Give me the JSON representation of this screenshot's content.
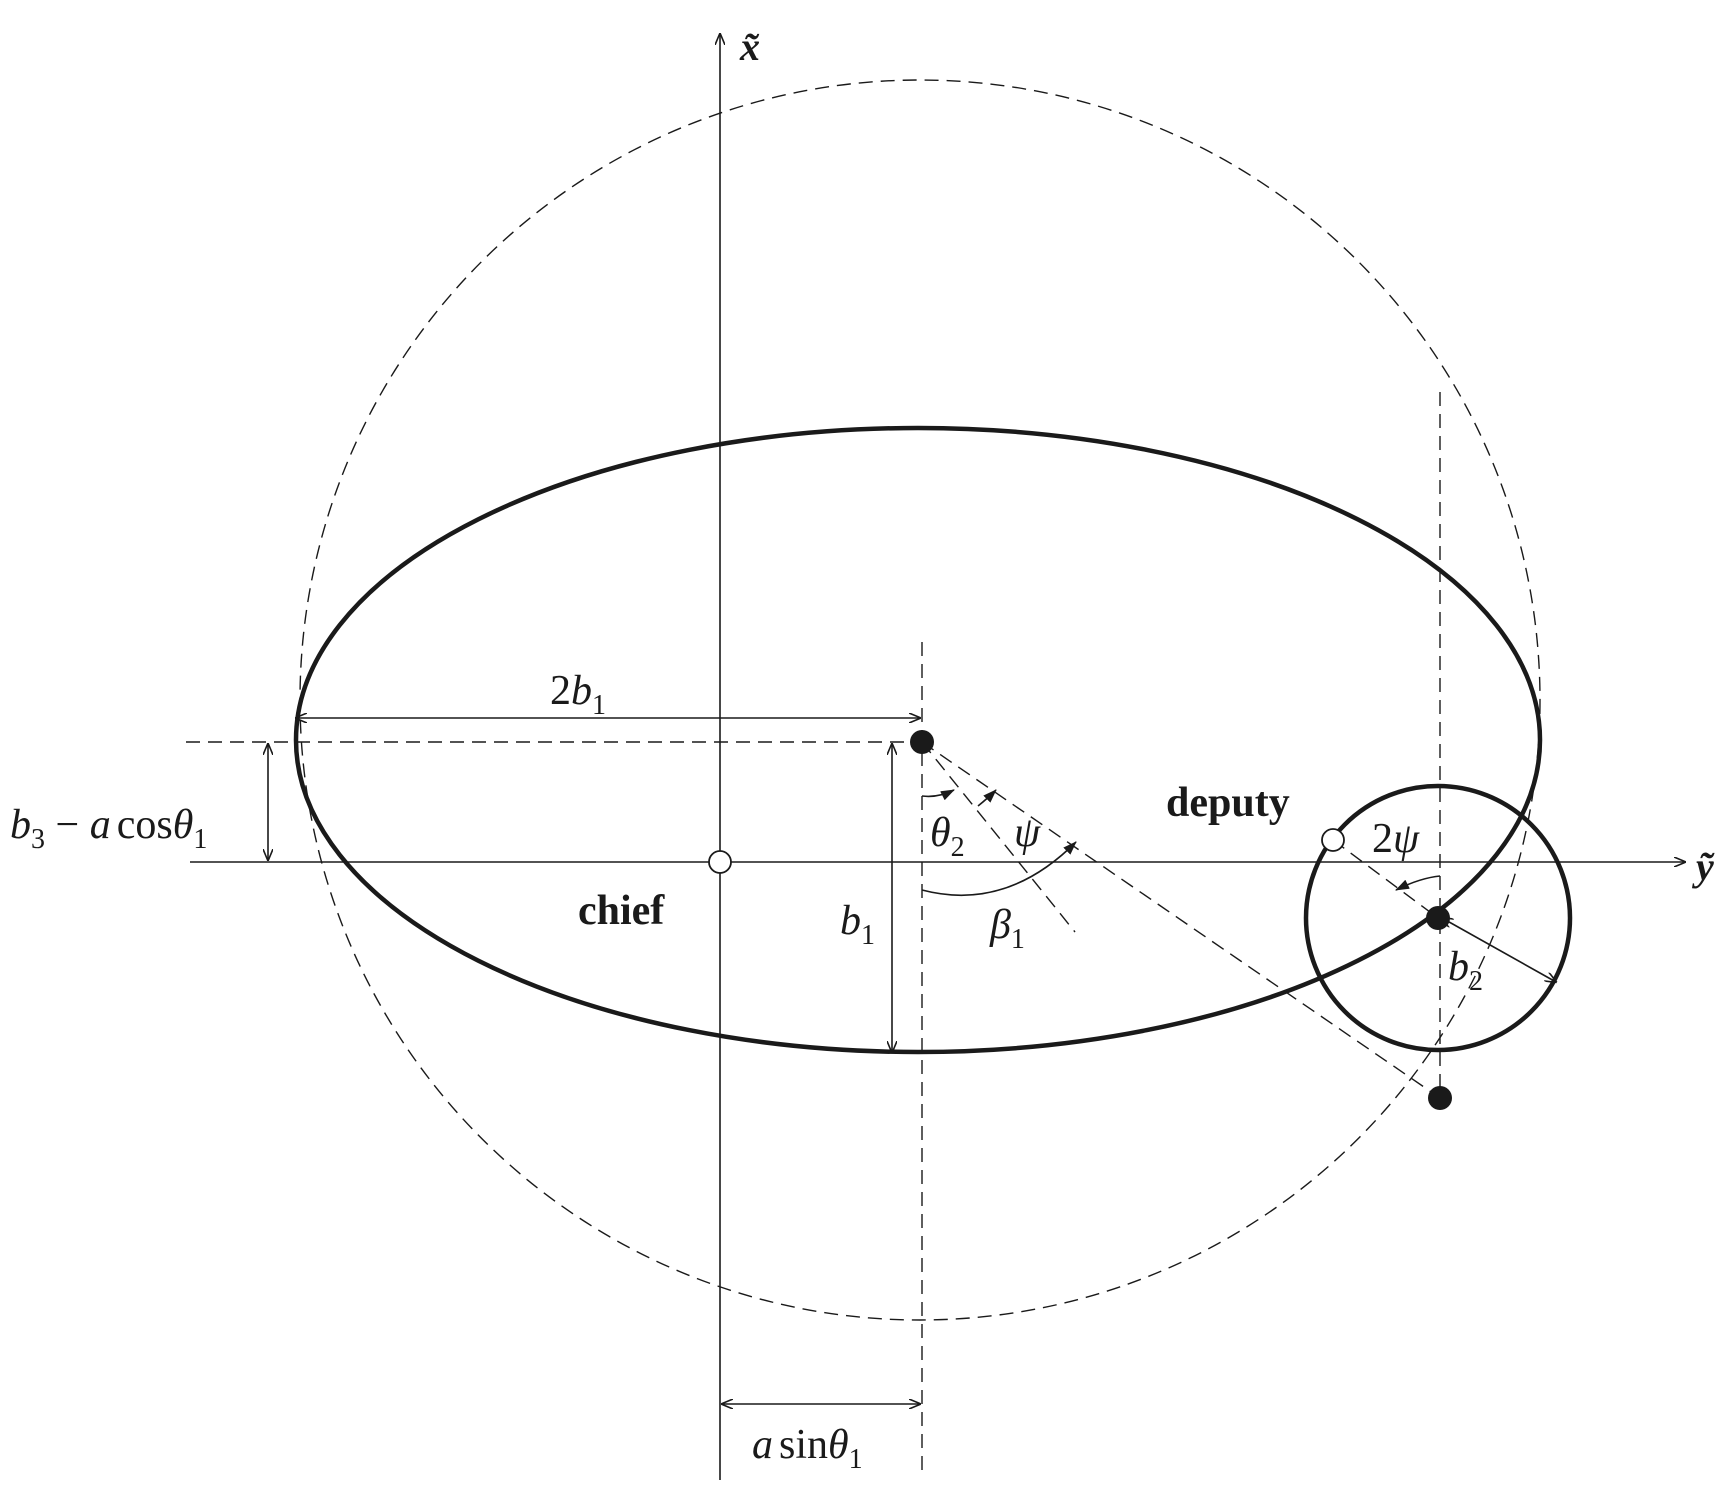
{
  "axes": {
    "x_label": "x̃",
    "y_label": "ỹ"
  },
  "points": {
    "chief_label": "chief",
    "deputy_label": "deputy"
  },
  "dimensions": {
    "two_b1": {
      "coef": "2",
      "var": "b",
      "sub": "1"
    },
    "b3_minus": {
      "var1": "b",
      "sub1": "3",
      "op": " − ",
      "var2": "a",
      "fn": "cos",
      "var3": "θ",
      "sub3": "1"
    },
    "b1": {
      "var": "b",
      "sub": "1"
    },
    "a_sin": {
      "var1": "a",
      "fn": "sin",
      "var2": "θ",
      "sub2": "1"
    },
    "b2": {
      "var": "b",
      "sub": "2"
    }
  },
  "angles": {
    "theta2": {
      "var": "θ",
      "sub": "2"
    },
    "psi": {
      "var": "ψ"
    },
    "beta1": {
      "var": "β",
      "sub": "1"
    },
    "two_psi": {
      "coef": "2",
      "var": "ψ"
    }
  },
  "colors": {
    "ink": "#1a1a1a",
    "background": "#ffffff"
  }
}
